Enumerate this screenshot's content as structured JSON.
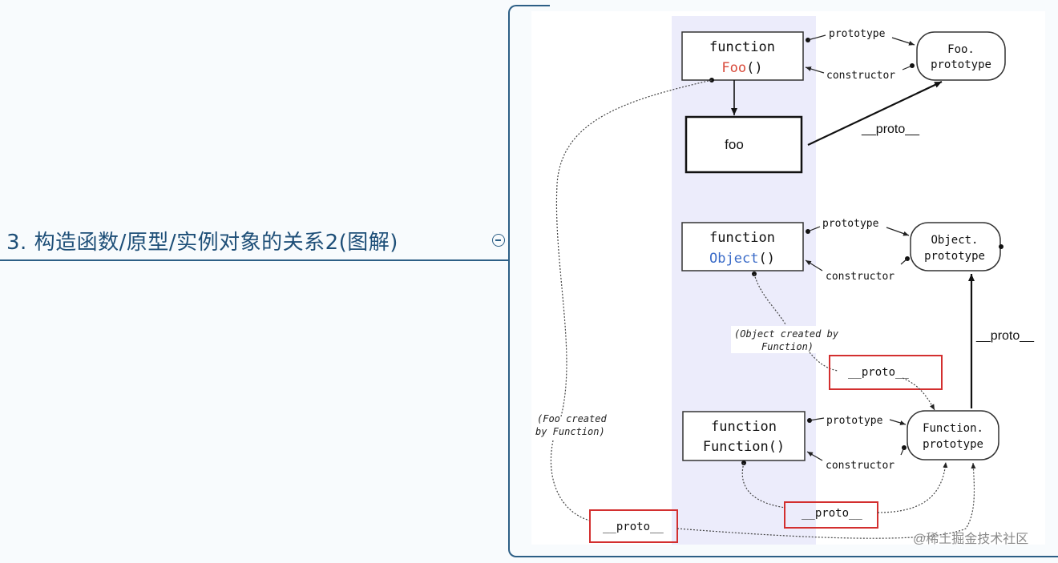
{
  "topic": {
    "title": "3. 构造函数/原型/实例对象的关系2(图解)"
  },
  "diagram": {
    "foo_fn": {
      "line1": "function",
      "name": "Foo",
      "parens": "()"
    },
    "foo_proto": {
      "line1": "Foo.",
      "line2": "prototype"
    },
    "foo_instance": "foo",
    "object_fn": {
      "line1": "function",
      "name": "Object",
      "parens": "()"
    },
    "object_proto": {
      "line1": "Object.",
      "line2": "prototype"
    },
    "function_fn": {
      "line1": "function",
      "line2": "Function()"
    },
    "function_proto": {
      "line1": "Function.",
      "line2": "prototype"
    },
    "labels": {
      "prototype": "prototype",
      "constructor": "constructor",
      "proto": "__proto__",
      "object_created_line1": "(Object created by",
      "object_created_line2": "Function)",
      "foo_created_line1": "(Foo created",
      "foo_created_line2": "by Function)"
    },
    "watermark": "@稀土掘金技术社区",
    "colors": {
      "foo_name": "#d84a3a",
      "object_name": "#3a6bc8",
      "highlight_box": "#d32f2f",
      "column": "#ececfb"
    }
  }
}
